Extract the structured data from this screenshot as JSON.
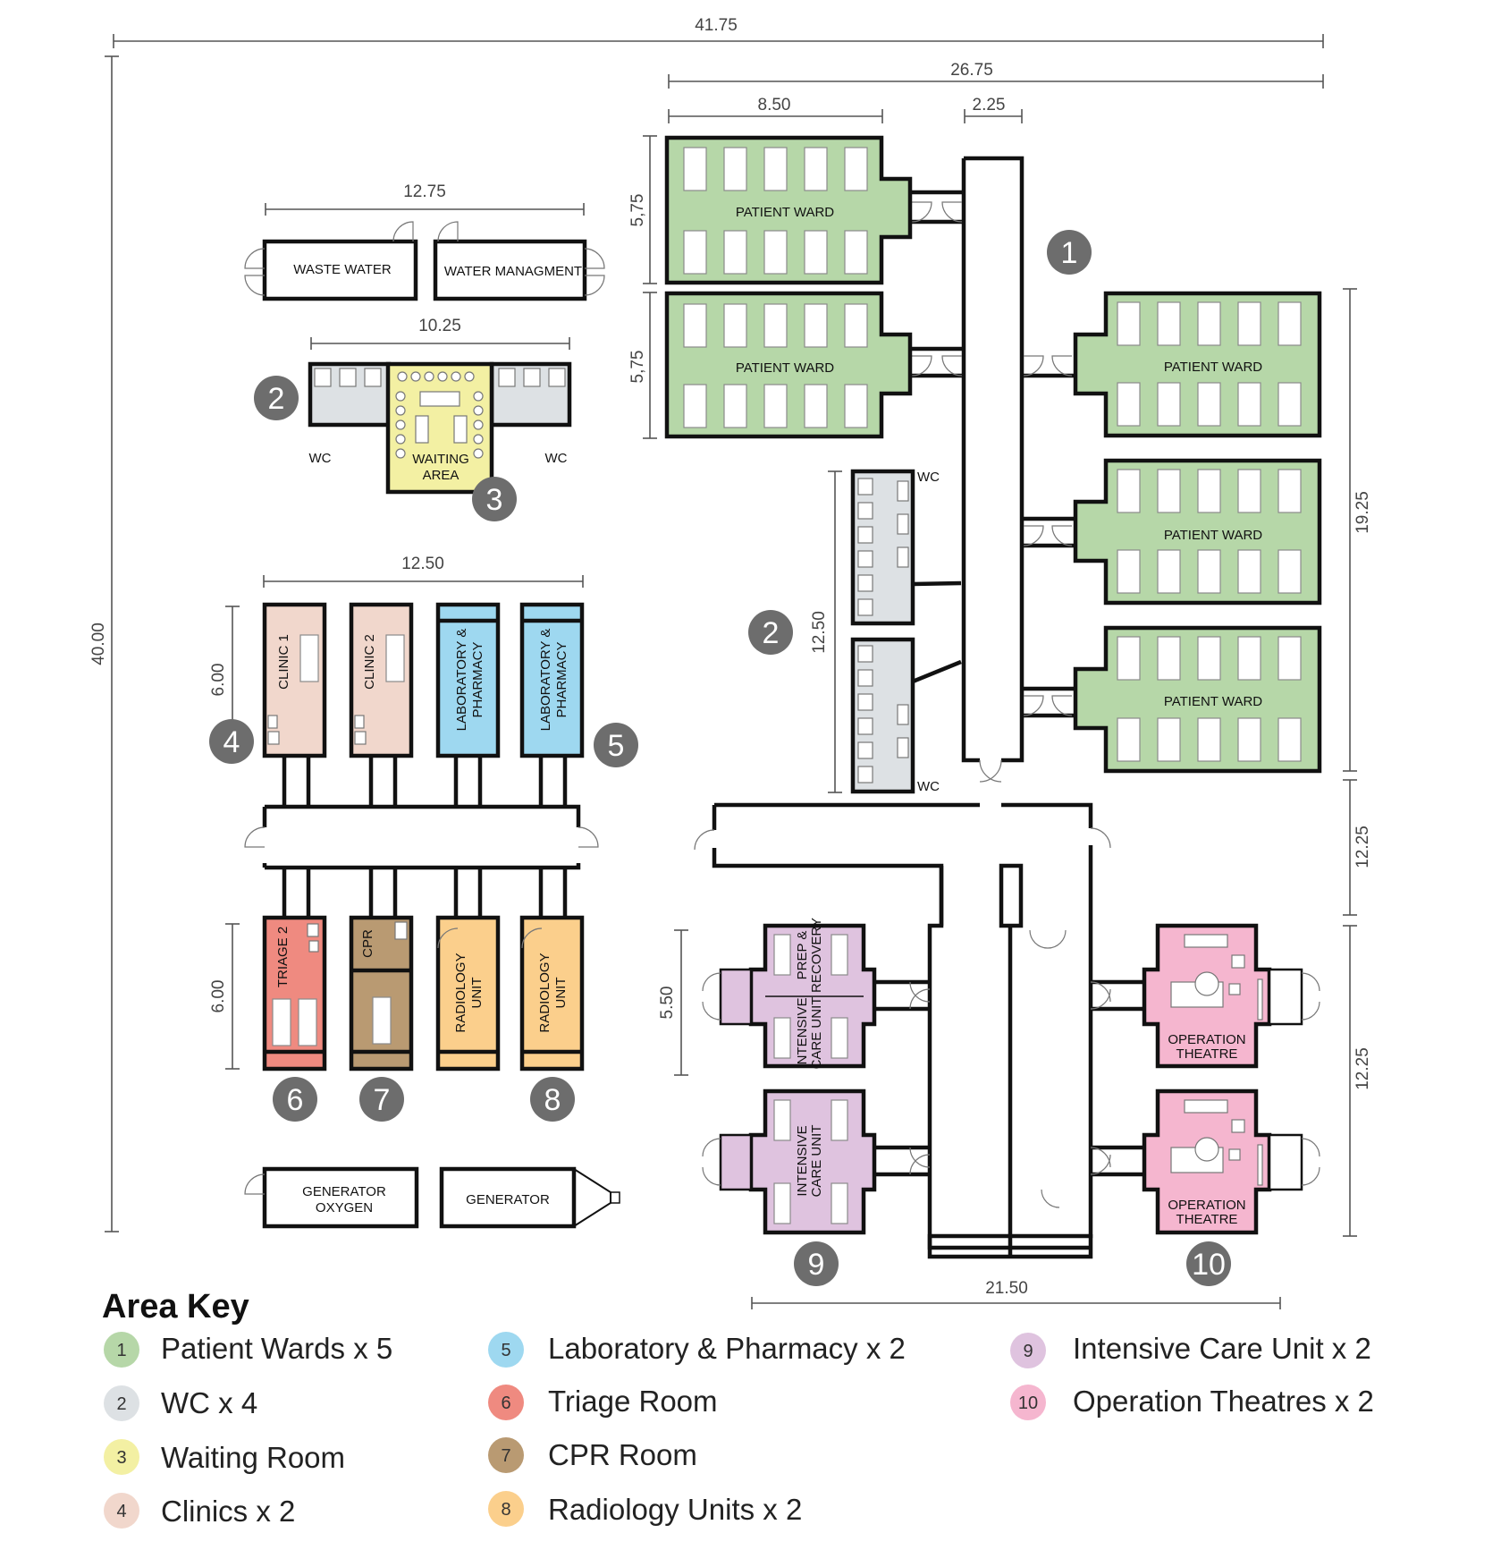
{
  "dimensions": {
    "overall_width": "41.75",
    "overall_height": "40.00",
    "ward_block_width": "26.75",
    "ward_width": "8.50",
    "corridor_width": "2.25",
    "ward_depth_1": "5,75",
    "ward_depth_2": "5,75",
    "water_block": "12.75",
    "waiting_block": "10.25",
    "clinic_block": "12.50",
    "clinic_depth": "6.00",
    "triage_depth": "6.00",
    "wc_block": "12.50",
    "right_wards": "19.25",
    "right_mid": "12.25",
    "right_lower": "12.25",
    "icu_depth": "5.50",
    "surgical_block": "21.50"
  },
  "rooms": {
    "patient_ward": "PATIENT WARD",
    "waste_water": "WASTE WATER",
    "water_management": "WATER MANAGMENT",
    "waiting_1": "WAITING",
    "waiting_2": "AREA",
    "wc": "WC",
    "clinic_1": "CLINIC 1",
    "clinic_2": "CLINIC 2",
    "lab_1": "LABORATORY &",
    "lab_2": "PHARMACY",
    "triage": "TRIAGE 2",
    "cpr": "CPR",
    "radiology_1": "RADIOLOGY",
    "radiology_2": "UNIT",
    "generator_oxygen_1": "GENERATOR",
    "generator_oxygen_2": "OXYGEN",
    "generator": "GENERATOR",
    "prep_1": "PREP &",
    "prep_2": "RECOVERY",
    "icu_1": "INTENSIVE",
    "icu_2": "CARE UNIT",
    "operation_1": "OPERATION",
    "operation_2": "THEATRE"
  },
  "badges": [
    "1",
    "2",
    "3",
    "4",
    "5",
    "6",
    "7",
    "8",
    "9",
    "10"
  ],
  "key": {
    "title": "Area Key",
    "items": [
      {
        "num": "1",
        "label": "Patient Wards x 5",
        "color": "#b6d7a8"
      },
      {
        "num": "2",
        "label": "WC x 4",
        "color": "#dde1e4"
      },
      {
        "num": "3",
        "label": "Waiting Room",
        "color": "#f3f0a3"
      },
      {
        "num": "4",
        "label": "Clinics x 2",
        "color": "#f1d7cc"
      },
      {
        "num": "5",
        "label": "Laboratory & Pharmacy x 2",
        "color": "#9ed8f0"
      },
      {
        "num": "6",
        "label": "Triage Room",
        "color": "#ef8a80"
      },
      {
        "num": "7",
        "label": "CPR Room",
        "color": "#b99a72"
      },
      {
        "num": "8",
        "label": "Radiology Units x 2",
        "color": "#fbcf8c"
      },
      {
        "num": "9",
        "label": "Intensive Care Unit x 2",
        "color": "#dfc3df"
      },
      {
        "num": "10",
        "label": "Operation Theatres x 2",
        "color": "#f5b6cf"
      }
    ]
  },
  "colors": {
    "ward": "#b6d7a8",
    "wc": "#dde1e4",
    "waiting": "#f3f0a3",
    "clinic": "#f1d7cc",
    "lab": "#9ed8f0",
    "triage": "#ef8a80",
    "cpr": "#b99a72",
    "radiology": "#fbcf8c",
    "icu": "#dfc3df",
    "theatre": "#f5b6cf",
    "badge": "#6d6d6d"
  }
}
